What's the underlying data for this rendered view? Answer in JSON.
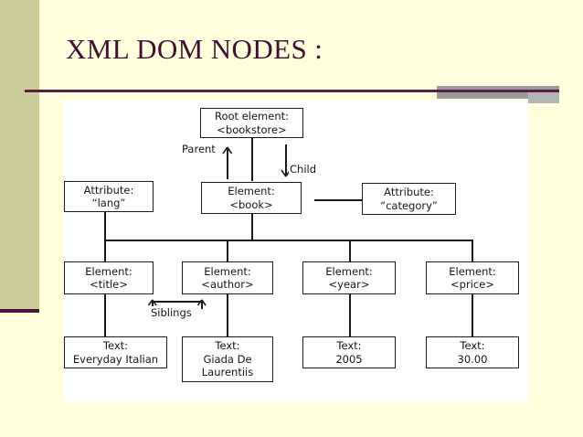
{
  "slide": {
    "title": "XML DOM NODES :",
    "accent_olive": "#cccc99",
    "accent_rule": "#5a1f42",
    "accent_gray": "#9a9a9a",
    "background": "#ffffdd",
    "canvas_background": "#ffffff"
  },
  "diagram": {
    "type": "tree",
    "nodes": {
      "root": {
        "line1": "Root element:",
        "line2": "<bookstore>"
      },
      "attr_lang": {
        "line1": "Attribute:",
        "line2": "“lang”"
      },
      "book": {
        "line1": "Element:",
        "line2": "<book>"
      },
      "attr_category": {
        "line1": "Attribute:",
        "line2": "“category”"
      },
      "el_title": {
        "line1": "Element:",
        "line2": "<title>"
      },
      "el_author": {
        "line1": "Element:",
        "line2": "<author>"
      },
      "el_year": {
        "line1": "Element:",
        "line2": "<year>"
      },
      "el_price": {
        "line1": "Element:",
        "line2": "<price>"
      },
      "text_title": {
        "line1": "Text:",
        "line2": "Everyday Italian",
        "line3": ""
      },
      "text_author": {
        "line1": "Text:",
        "line2": "Giada De",
        "line3": "Laurentiis"
      },
      "text_year": {
        "line1": "Text:",
        "line2": "2005",
        "line3": ""
      },
      "text_price": {
        "line1": "Text:",
        "line2": "30.00",
        "line3": ""
      }
    },
    "labels": {
      "parent": "Parent",
      "child": "Child",
      "siblings": "Siblings"
    }
  }
}
